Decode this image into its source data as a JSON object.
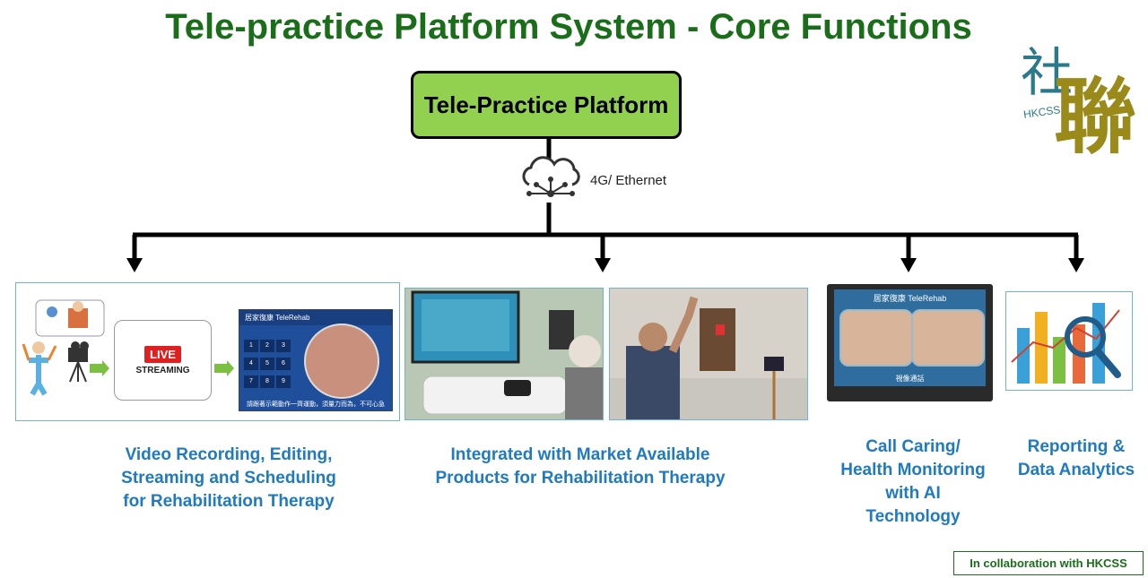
{
  "title": "Tele-practice Platform System - Core Functions",
  "platform_label": "Tele-Practice Platform",
  "network_label": "4G/ Ethernet",
  "logo": {
    "chars_top": "社",
    "chars_bottom": "聯",
    "abbr": "HKCSS"
  },
  "functions": [
    {
      "lines": [
        "Video Recording, Editing,",
        "Streaming and Scheduling",
        "for Rehabilitation  Therapy"
      ]
    },
    {
      "lines": [
        "Integrated with  Market Available",
        "Products for Rehabilitation  Therapy"
      ]
    },
    {
      "lines": [
        "Call Caring/",
        "Health Monitoring",
        "with AI",
        "Technology"
      ]
    },
    {
      "lines": [
        "Reporting  &",
        "Data Analytics"
      ]
    }
  ],
  "panel1": {
    "live_badge": "LIVE",
    "streaming": "STREAMING",
    "app_header": "居家復康 TeleRehab",
    "keys": [
      "1",
      "2",
      "3",
      "4",
      "5",
      "6",
      "7",
      "8",
      "9"
    ],
    "app_footer": "請跟著示範動作一齊運動，須量力而為，不可心急"
  },
  "panel4": {
    "header": "居家復康 TeleRehab",
    "footer": "視像通話"
  },
  "collaboration": "In collaboration with HKCSS",
  "colors": {
    "title_green": "#1a6e1a",
    "platform_fill": "#92d050",
    "caption_blue": "#1f7ac2"
  }
}
